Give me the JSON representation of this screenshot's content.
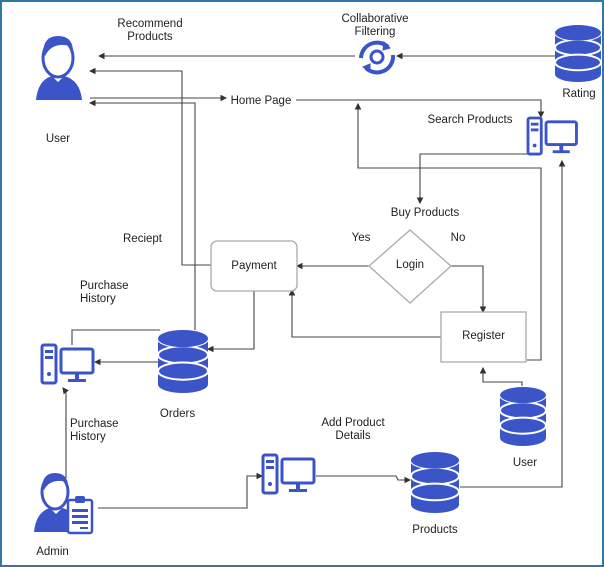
{
  "diagram": {
    "type": "data-flow-diagram",
    "accent_color": "#3b55c9",
    "line_color": "#333333",
    "border_color": "#2f78a6",
    "nodes": {
      "user_actor": {
        "label": "User",
        "icon": "user-icon"
      },
      "admin_actor": {
        "label": "Admin",
        "icon": "admin-clipboard-icon"
      },
      "collab_filtering": {
        "label_line1": "Collaborative",
        "label_line2": "Filtering",
        "icon": "sync-gear-icon"
      },
      "rating_db": {
        "label": "Rating",
        "icon": "database-icon"
      },
      "home_page": {
        "label": "Home Page"
      },
      "search_products": {
        "label": "Search Products",
        "icon": "computer-icon"
      },
      "buy_products": {
        "label": "Buy Products"
      },
      "login": {
        "label": "Login",
        "shape": "decision"
      },
      "payment": {
        "label": "Payment",
        "shape": "rounded-rect"
      },
      "register": {
        "label": "Register",
        "shape": "rect"
      },
      "user_db": {
        "label": "User",
        "icon": "database-icon"
      },
      "orders_db": {
        "label": "Orders",
        "icon": "database-icon"
      },
      "purchase_history_pc": {
        "icon": "computer-icon"
      },
      "add_product_pc": {
        "icon": "computer-icon"
      },
      "products_db": {
        "label": "Products",
        "icon": "database-icon"
      }
    },
    "edge_labels": {
      "recommend_products_1": "Recommend",
      "recommend_products_2": "Products",
      "reciept": "Reciept",
      "purchase_history_top_1": "Purchase",
      "purchase_history_top_2": "History",
      "purchase_history_bottom_1": "Purchase",
      "purchase_history_bottom_2": "History",
      "yes": "Yes",
      "no": "No",
      "add_product_details_1": "Add Product",
      "add_product_details_2": "Details"
    }
  }
}
